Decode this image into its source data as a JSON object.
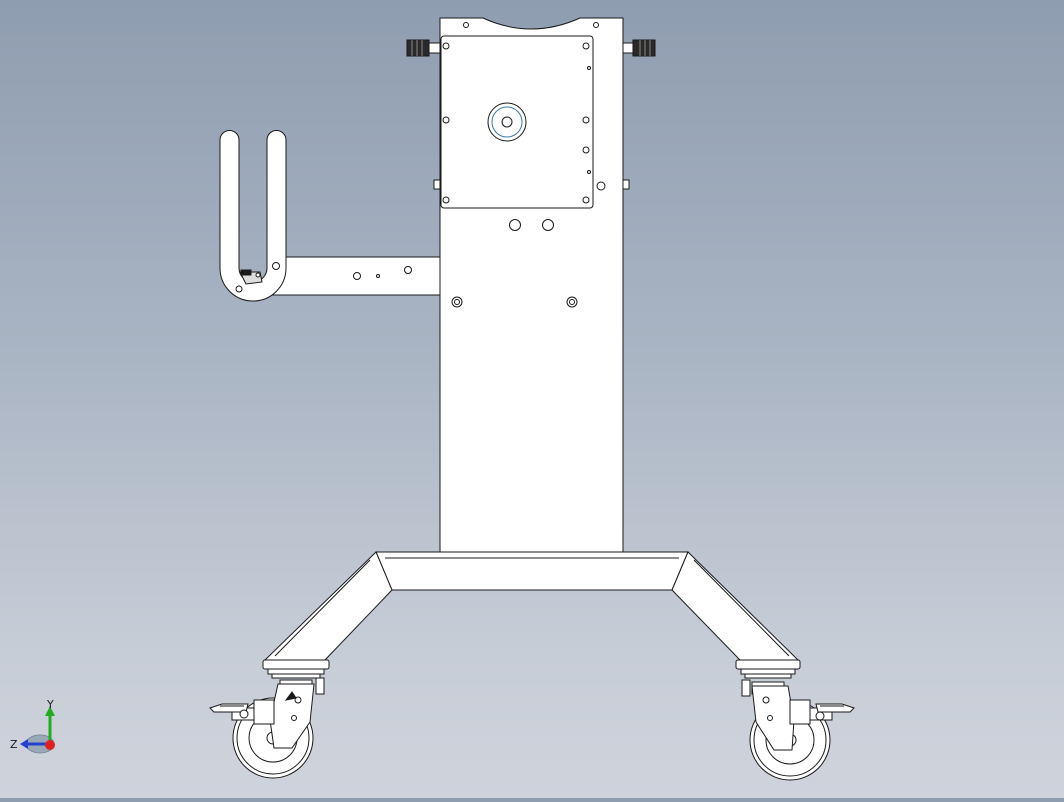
{
  "viewport": {
    "background_top": "#8f9db0",
    "background_bottom": "#cfd3dc",
    "line_color": "#1a1a1a",
    "part_fill": "#ffffff"
  },
  "model": {
    "parts": [
      "column",
      "mount-plate",
      "knob-left",
      "knob-right",
      "fork-handle",
      "side-arm",
      "base-crossbar",
      "leg-left",
      "leg-right",
      "caster-left",
      "caster-right"
    ]
  },
  "triad": {
    "y_label": "Y",
    "z_label": "Z",
    "y_color": "#22aa22",
    "z_color": "#2244cc",
    "x_color": "#dd2222"
  }
}
